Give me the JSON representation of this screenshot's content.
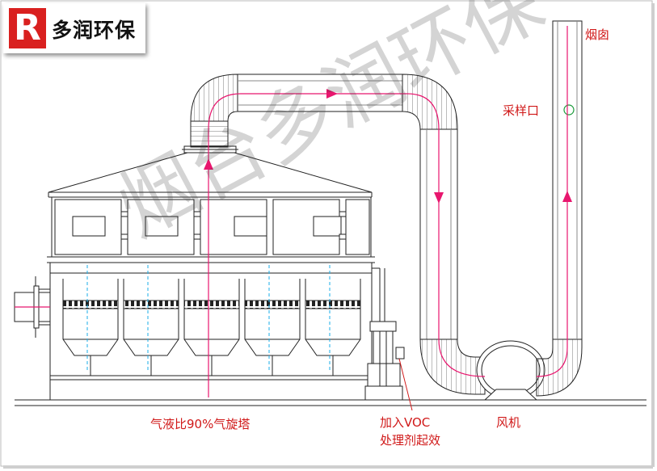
{
  "brand": {
    "mark": "R",
    "name": "多润环保"
  },
  "labels": {
    "chimney": "烟囱",
    "sampling_port": "采样口",
    "cyclone_tower": "气液比90%气旋塔",
    "dosing_line1": "加入VOC",
    "dosing_line2": "处理剂起效",
    "fan": "风机"
  },
  "watermark": "烟台多润环保",
  "colors": {
    "line": "#222222",
    "flow": "#e8166e",
    "label": "#d01818",
    "water": "#19aee8",
    "sample_port": "#1a9a3a"
  }
}
